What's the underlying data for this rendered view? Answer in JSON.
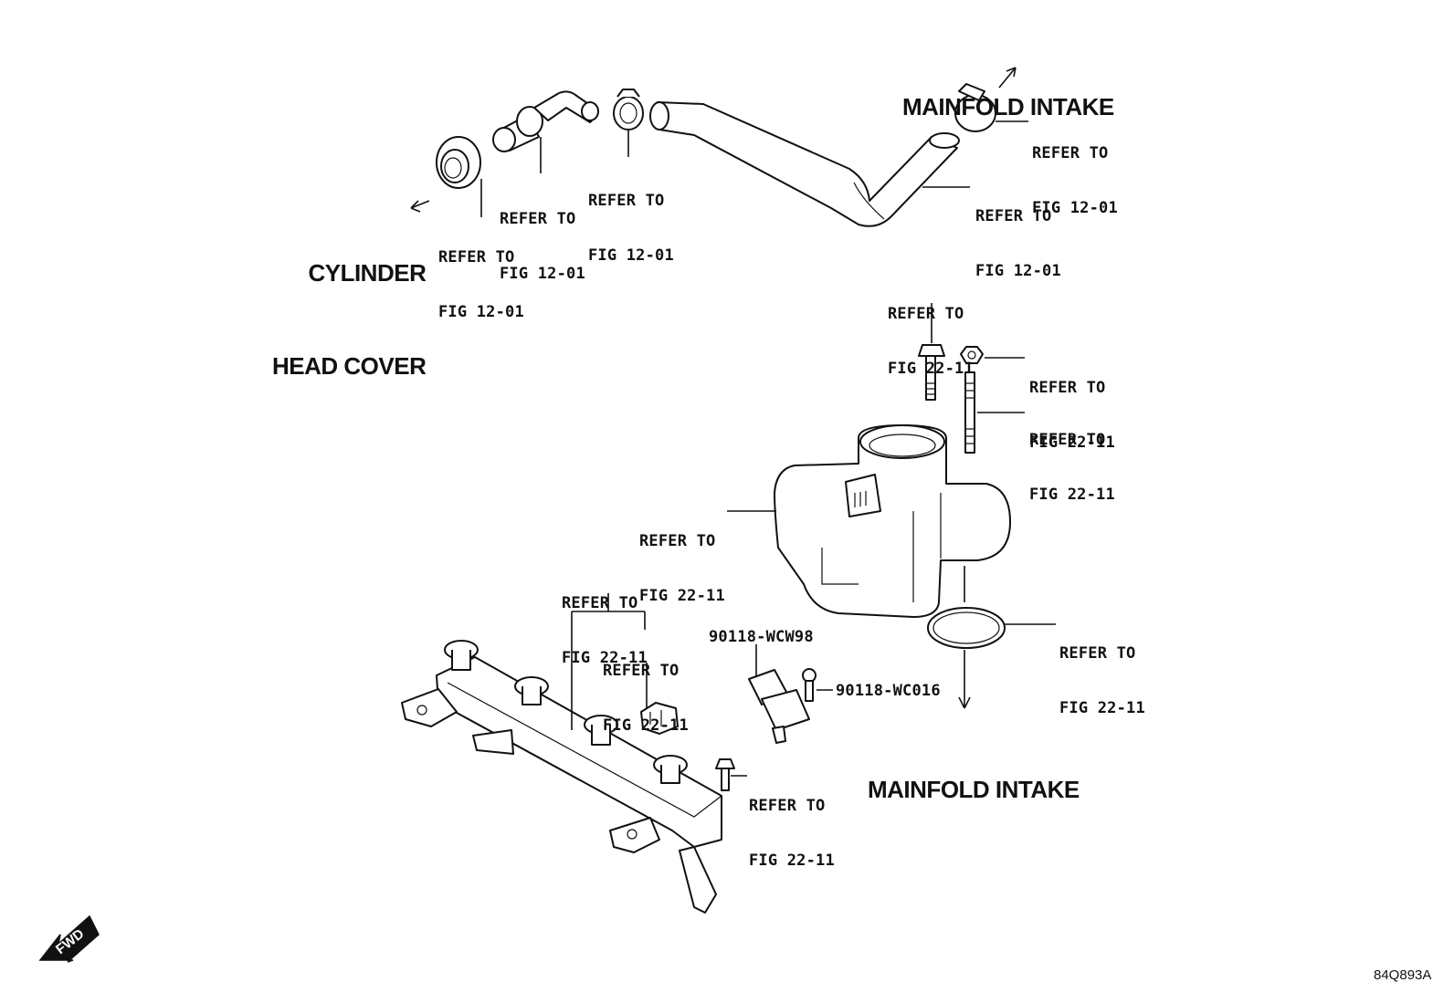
{
  "headings": {
    "manifold_intake_top": "MAINFOLD INTAKE",
    "manifold_intake_bottom": "MAINFOLD INTAKE",
    "cylinder_head_cover_line1": "CYLINDER",
    "cylinder_head_cover_line2": "HEAD COVER"
  },
  "callouts": {
    "grommet": [
      "REFER TO",
      "FIG 12-01"
    ],
    "pcv_valve": [
      "REFER TO",
      "FIG 12-01"
    ],
    "hose_clamp": [
      "REFER TO",
      "FIG 12-01"
    ],
    "intake_clamp": [
      "REFER TO",
      "FIG 12-01"
    ],
    "ventilation_hose": [
      "REFER TO",
      "FIG 12-01"
    ],
    "bolt": [
      "REFER TO",
      "FIG 22-11"
    ],
    "nut": [
      "REFER TO",
      "FIG 22-11"
    ],
    "stud": [
      "REFER TO",
      "FIG 22-11"
    ],
    "throttle_body": [
      "REFER TO",
      "FIG 22-11"
    ],
    "gasket": [
      "REFER TO",
      "FIG 22-11"
    ],
    "fuel_rail": [
      "REFER TO",
      "FIG 22-11"
    ],
    "rail_clip": [
      "REFER TO",
      "FIG 22-11"
    ],
    "rail_bolt": [
      "REFER TO",
      "FIG 22-11"
    ]
  },
  "part_numbers": {
    "map_sensor": "90118-WCW98",
    "sensor_screw": "90118-WC016"
  },
  "direction_badge": "FWD",
  "document_id": "84Q893A"
}
